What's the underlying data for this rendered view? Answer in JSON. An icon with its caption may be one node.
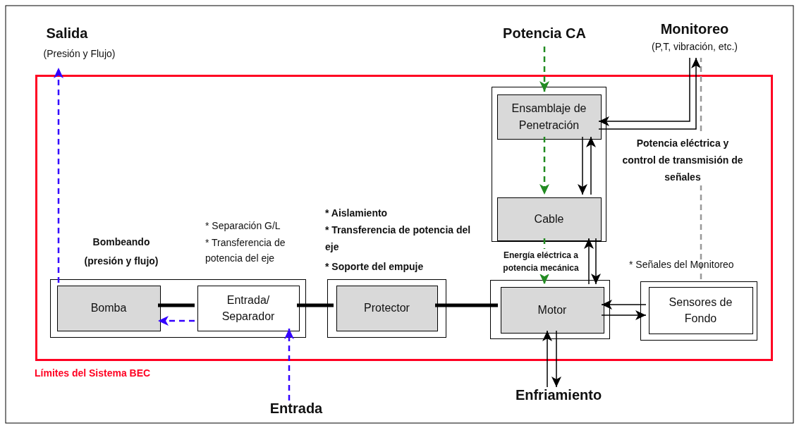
{
  "diagram": {
    "nodes": [
      {
        "text": [
          "Límites del Sistema BEC"
        ]
      },
      {
        "text": [],
        "shape": "box",
        "in": 0
      },
      {
        "text": [
          "Bomba"
        ],
        "in": 1,
        "beside": [
          "Bombeando (presión y flujo)"
        ]
      },
      {
        "text": [
          "Entrada/ Separador"
        ],
        "in": 1,
        "beside": [
          "* Separación G/L",
          "* Transferencia de potencia del eje"
        ]
      },
      {
        "text": [
          "* Aislamiento",
          "* Transferencia de potencia del eje",
          "* Soporte del empuje"
        ],
        "in": 0
      },
      {
        "text": [
          "Protector"
        ],
        "in": 4
      },
      {
        "text": [],
        "shape": "box",
        "in": 0
      },
      {
        "text": [
          "Ensamblaje de Penetración"
        ],
        "in": 6
      },
      {
        "text": [
          "Cable"
        ],
        "in": 6
      },
      {
        "text": [
          "Energía eléctrica a potencia mecánica"
        ],
        "in": 0
      },
      {
        "text": [
          "Motor"
        ],
        "in": 9
      },
      {
        "text": [
          "* Señales del Monitoreo"
        ],
        "in": 0
      },
      {
        "text": [
          "Sensores de Fondo"
        ],
        "in": 11
      },
      {
        "text": [
          "Salida",
          "(Presión y Flujo)"
        ]
      },
      {
        "text": [
          "Entrada"
        ]
      },
      {
        "text": [
          "Potencia CA"
        ]
      },
      {
        "text": [
          "Monitoreo",
          "(P,T, vibración, etc.)"
        ]
      },
      {
        "text": [
          "Enfriamiento"
        ]
      }
    ],
    "edges": [
      {
        "from": 2,
        "to": 13,
        "arrow": "to",
        "style": "dashed",
        "color": "#3300ff"
      },
      {
        "from": 3,
        "to": 2,
        "arrow": "to",
        "style": "dashed",
        "color": "#3300ff"
      },
      {
        "from": 14,
        "to": 3,
        "arrow": "to",
        "style": "dashed",
        "color": "#3300ff"
      },
      {
        "from": 15,
        "to": 7,
        "arrow": "to",
        "style": "dashed",
        "color": "#228b22"
      },
      {
        "from": 7,
        "to": 8,
        "arrow": "to",
        "style": "dashed",
        "color": "#228b22"
      },
      {
        "from": 8,
        "to": 10,
        "arrow": "to",
        "style": "dashed",
        "color": "#228b22"
      },
      {
        "from": 16,
        "to": 7,
        "arrow": "to"
      },
      {
        "from": 7,
        "to": 16,
        "arrow": "to"
      },
      {
        "from": 8,
        "to": 7,
        "arrow": "to"
      },
      {
        "from": 7,
        "to": 8,
        "arrow": "to"
      },
      {
        "from": 10,
        "to": 8,
        "arrow": "to"
      },
      {
        "from": 8,
        "to": 10,
        "arrow": "to"
      },
      {
        "from": 12,
        "to": 10,
        "arrow": "to"
      },
      {
        "from": 10,
        "to": 12,
        "arrow": "to"
      },
      {
        "from": 17,
        "to": 10,
        "arrow": "to"
      },
      {
        "from": 10,
        "to": 17,
        "arrow": "to"
      },
      {
        "from": 11,
        "to": 16,
        "arrow": "none",
        "style": "dashed",
        "color": "#999999"
      },
      {
        "from": 2,
        "to": 3,
        "arrow": "none",
        "style": "thick"
      },
      {
        "from": 3,
        "to": 5,
        "arrow": "none",
        "style": "thick"
      },
      {
        "from": 5,
        "to": 10,
        "arrow": "none",
        "style": "thick"
      }
    ],
    "labels": [
      "Potencia eléctrica y control de transmisión de señales"
    ]
  }
}
